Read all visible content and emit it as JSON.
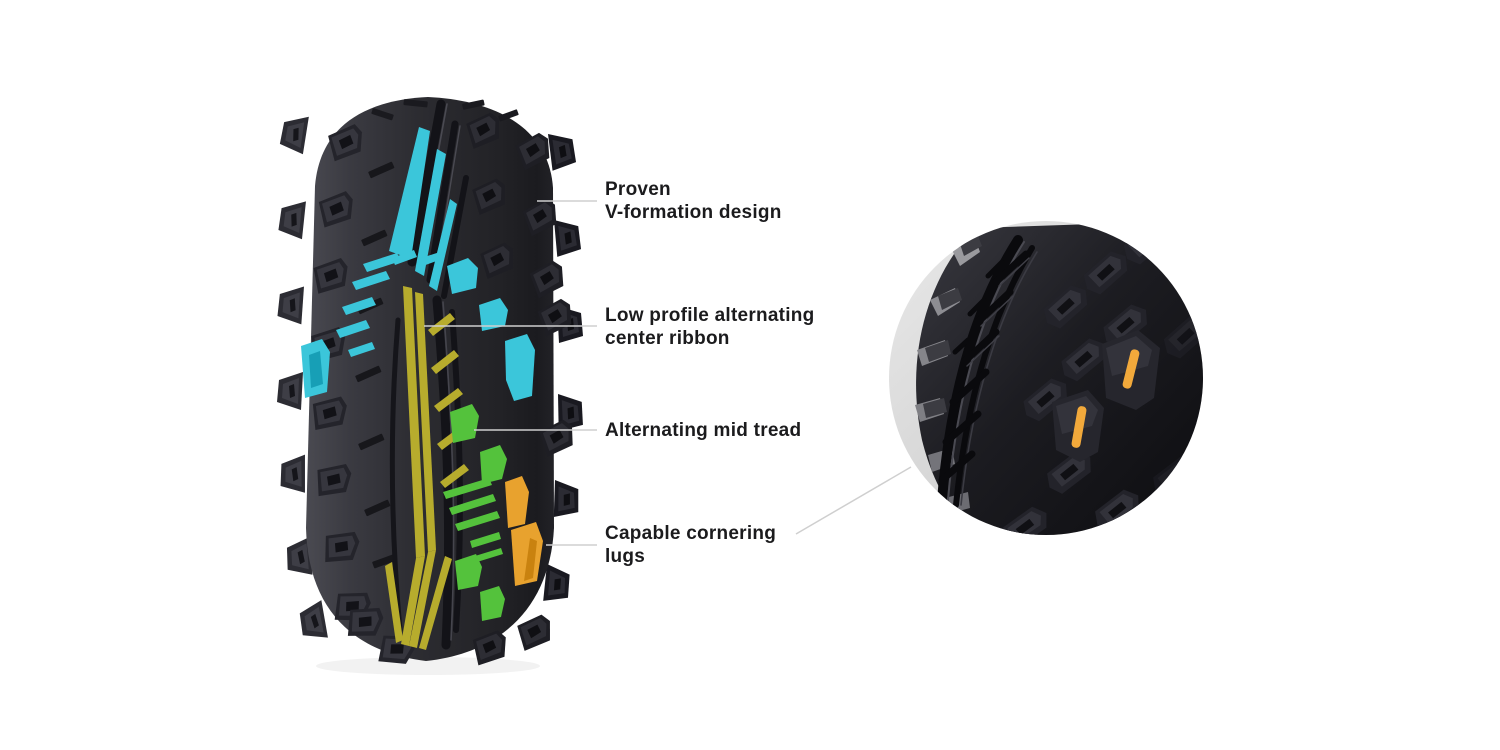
{
  "annotations": [
    {
      "id": "v-formation",
      "lines": [
        "Proven",
        "V-formation design"
      ]
    },
    {
      "id": "center-ribbon",
      "lines": [
        "Low profile alternating",
        "center ribbon"
      ]
    },
    {
      "id": "mid-tread",
      "lines": [
        "Alternating mid tread"
      ]
    },
    {
      "id": "cornering-lugs",
      "lines": [
        "Capable cornering",
        "lugs"
      ]
    }
  ],
  "colors": {
    "v_formation": "#3BC6DA",
    "center_ribbon": "#B7AC2D",
    "mid_tread": "#54C23C",
    "cornering_lugs": "#E8A22E",
    "detail_sipe": "#F2A93B",
    "leader_line": "#CFCFCF",
    "label_text": "#1B1B1D",
    "background": "#FFFFFF"
  }
}
